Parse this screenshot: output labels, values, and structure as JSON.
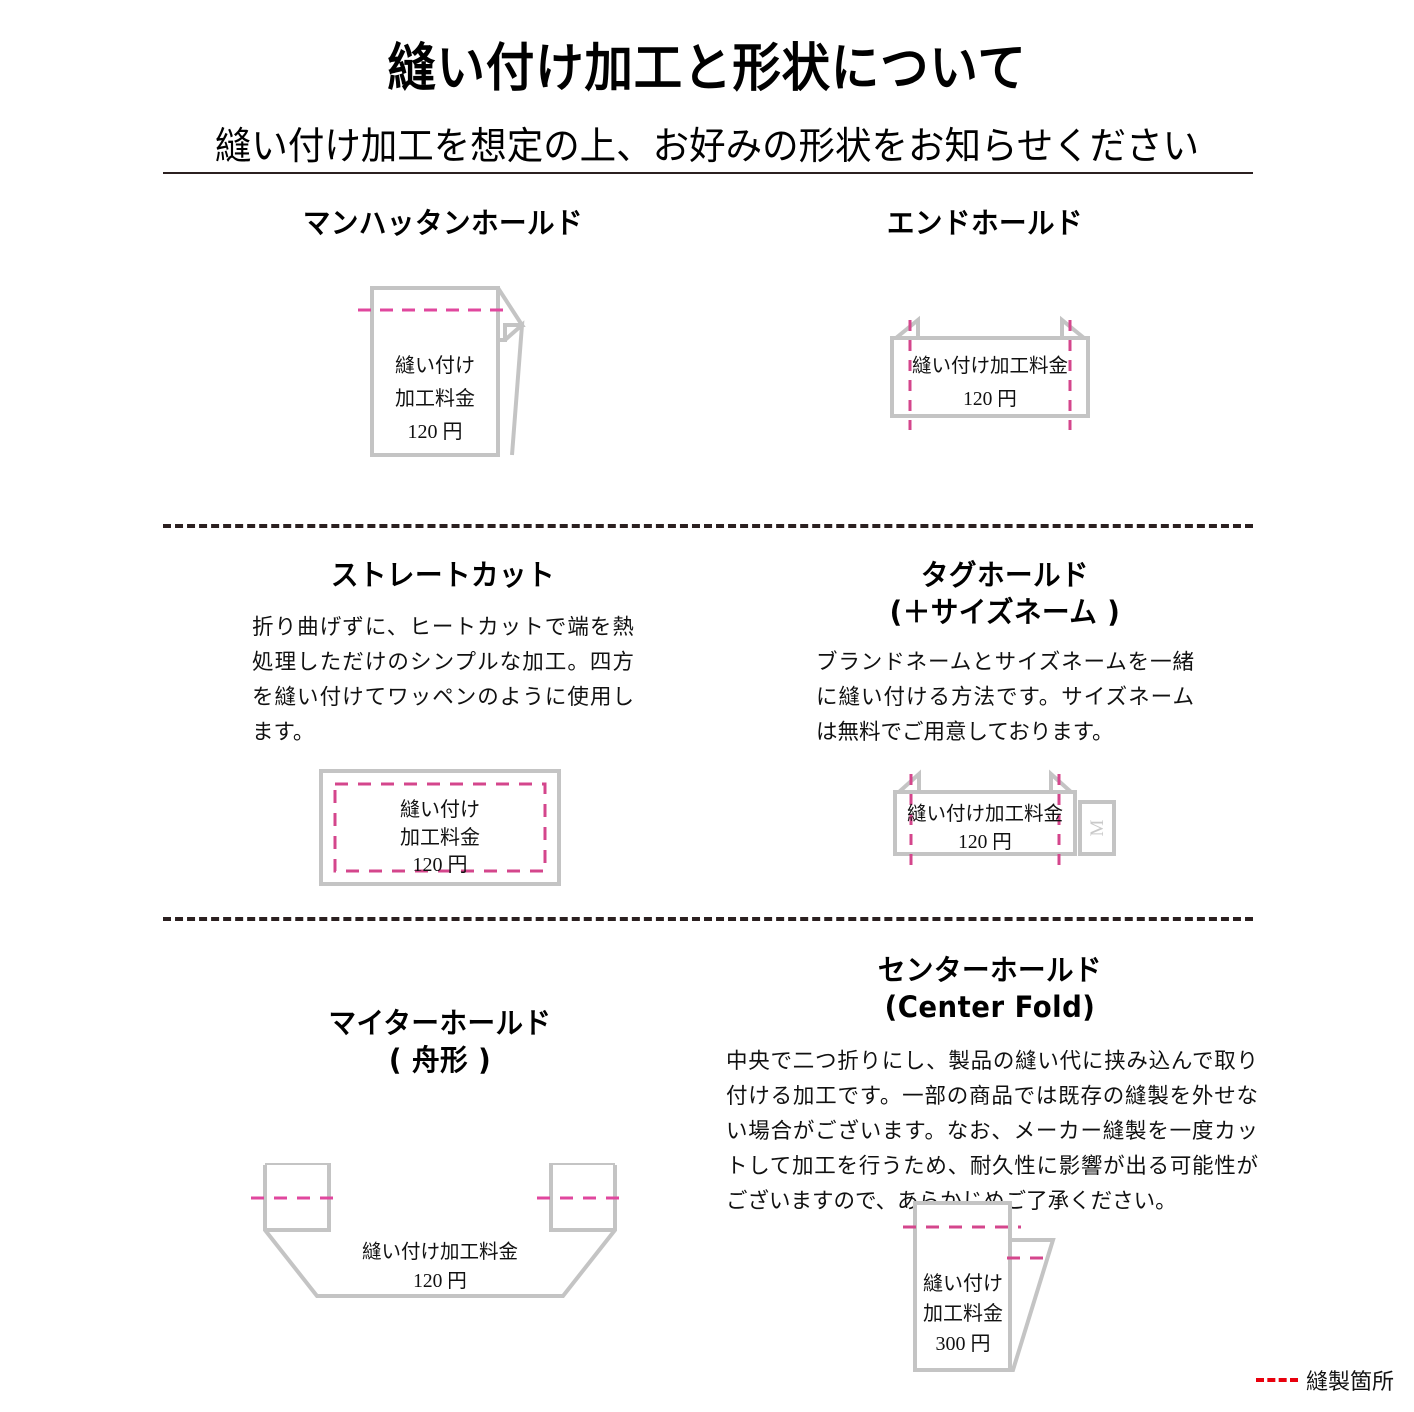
{
  "header": {
    "title": "縫い付け加工と形状について",
    "subtitle": "縫い付け加工を想定の上、お好みの形状をお知らせください"
  },
  "colors": {
    "stitch_line": "#e0479e",
    "shape_outline": "#c4c4c4",
    "divider": "#2b2020",
    "legend_line": "#e8000d",
    "text": "#111111"
  },
  "sections": [
    {
      "id": "manhattan-hold",
      "title": "マンハッタンホールド",
      "body": "",
      "diagram": {
        "price_lines": [
          "縫い付け",
          "加工料金",
          "120 円"
        ]
      }
    },
    {
      "id": "end-hold",
      "title": "エンドホールド",
      "body": "",
      "diagram": {
        "price_lines": [
          "縫い付け加工料金",
          "120 円"
        ]
      }
    },
    {
      "id": "straight-cut",
      "title": "ストレートカット",
      "body": "折り曲げずに、ヒートカットで端を熱処理しただけのシンプルな加工。四方を縫い付けてワッペンのように使用します。",
      "diagram": {
        "price_lines": [
          "縫い付け",
          "加工料金",
          "120 円"
        ]
      }
    },
    {
      "id": "tag-hold",
      "title": "タグホールド\n(＋サイズネーム )",
      "body": "ブランドネームとサイズネームを一緒に縫い付ける方法です。サイズネームは無料でご用意しております。",
      "diagram": {
        "price_lines": [
          "縫い付け加工料金",
          "120 円"
        ],
        "size_tab_label": "M"
      }
    },
    {
      "id": "miter-hold",
      "title": "マイターホールド\n( 舟形 )",
      "body": "",
      "diagram": {
        "price_lines": [
          "縫い付け加工料金",
          "120 円"
        ]
      }
    },
    {
      "id": "center-fold",
      "title": "センターホールド\n(Center Fold)",
      "body": "中央で二つ折りにし、製品の縫い代に挟み込んで取り付ける加工です。一部の商品では既存の縫製を外せない場合がございます。なお、メーカー縫製を一度カットして加工を行うため、耐久性に影響が出る可能性がございますので、あらかじめご了承ください。",
      "diagram": {
        "price_lines": [
          "縫い付け",
          "加工料金",
          "300 円"
        ]
      }
    }
  ],
  "legend": {
    "label": "縫製箇所"
  }
}
